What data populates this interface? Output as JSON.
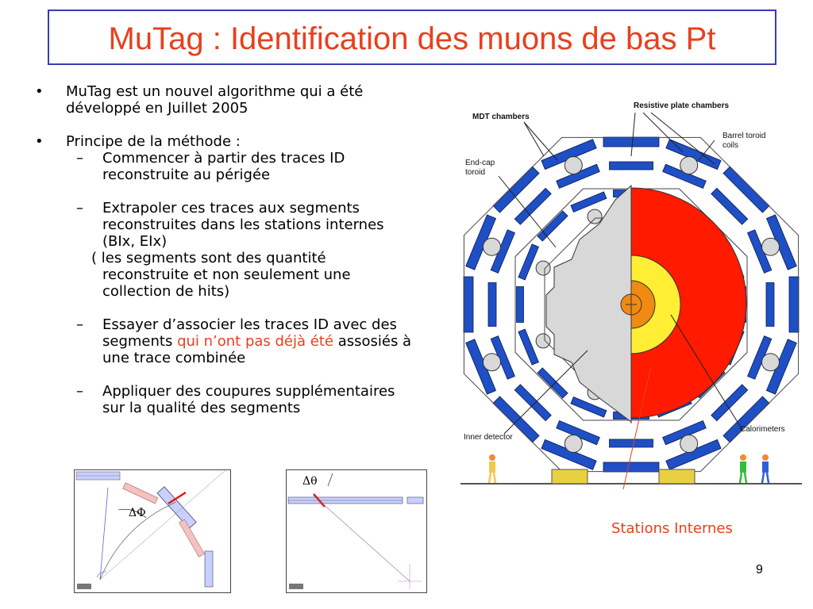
{
  "slide": {
    "title": "MuTag : Identification des muons de bas Pt",
    "page_number": "9"
  },
  "content": {
    "bullet_symbol": "•",
    "dash_symbol": "–",
    "bullet1_line1": "MuTag est un nouvel algorithme qui a été",
    "bullet1_line2": "développé en Juillet 2005",
    "bullet2": "Principe de la méthode :",
    "sub1_line1": " Commencer à partir des  traces  ID",
    "sub1_line2": "reconstruite  au périgée",
    "sub2_line1": "Extrapoler ces traces aux segments",
    "sub2_line2": "reconstruites dans les stations internes",
    "sub2_line3": "(BIx, EIx)",
    "note_line1": "( les segments sont des quantité",
    "note_line2": "reconstruite et non seulement une",
    "note_line3": "collection de hits)",
    "sub3_line1": "Essayer d’associer les traces ID avec des",
    "sub3_line2_a": "segments ",
    "sub3_line2_red": "qui n’ont pas déjà été",
    "sub3_line2_b": " assosiés à",
    "sub3_line3": "une trace combinée",
    "sub4_line1": " Appliquer des coupures supplémentaires",
    "sub4_line2": "sur la qualité des segments"
  },
  "figure": {
    "labels": {
      "mdt": "MDT chambers",
      "rpc": "Resistive plate chambers",
      "barrel_toroid_1": "Barrel toroid",
      "barrel_toroid_2": "coils",
      "endcap_1": "End-cap",
      "endcap_2": "toroid",
      "inner_detector": "Inner detector",
      "calorimeters": "Calorimeters"
    },
    "stations_label": "Stations Internes",
    "inset1_symbol": "ΔΦ",
    "inset2_symbol": "Δθ",
    "colors": {
      "title": "#e8401c",
      "chamber_blue": "#1f4fc4",
      "calorimeter_red": "#ff1a00",
      "calorimeter_yellow": "#ffee33",
      "calorimeter_orange": "#f08a10",
      "endcap_grey": "#d8d8d8"
    }
  }
}
